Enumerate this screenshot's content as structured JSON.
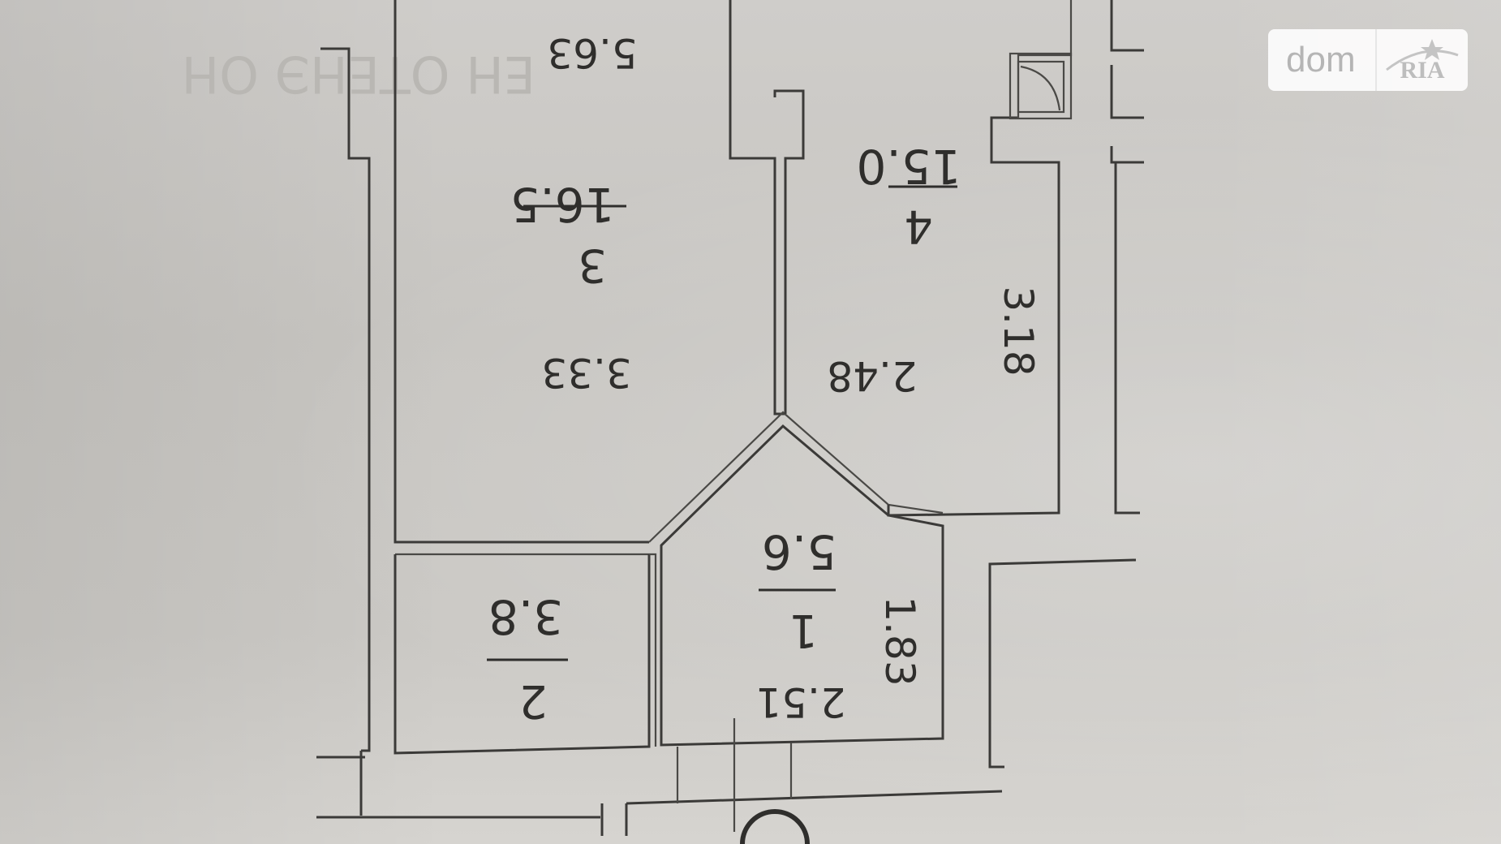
{
  "floor_plan": {
    "rooms": [
      {
        "number": "1",
        "area": "5.6",
        "dims": [
          "2.51",
          "1.83"
        ]
      },
      {
        "number": "2",
        "area": "3.8",
        "dims": []
      },
      {
        "number": "3",
        "area": "16.5",
        "dims": [
          "3.33",
          "5.63"
        ]
      },
      {
        "number": "4",
        "area": "15.0",
        "dims": [
          "2.48",
          "3.18"
        ]
      }
    ]
  },
  "watermark": {
    "word": "dom",
    "mark": "RIA"
  },
  "colors": {
    "paper": "#cfcdc9",
    "ink": "#3b3a38",
    "watermark_bg": "#ffffff"
  }
}
